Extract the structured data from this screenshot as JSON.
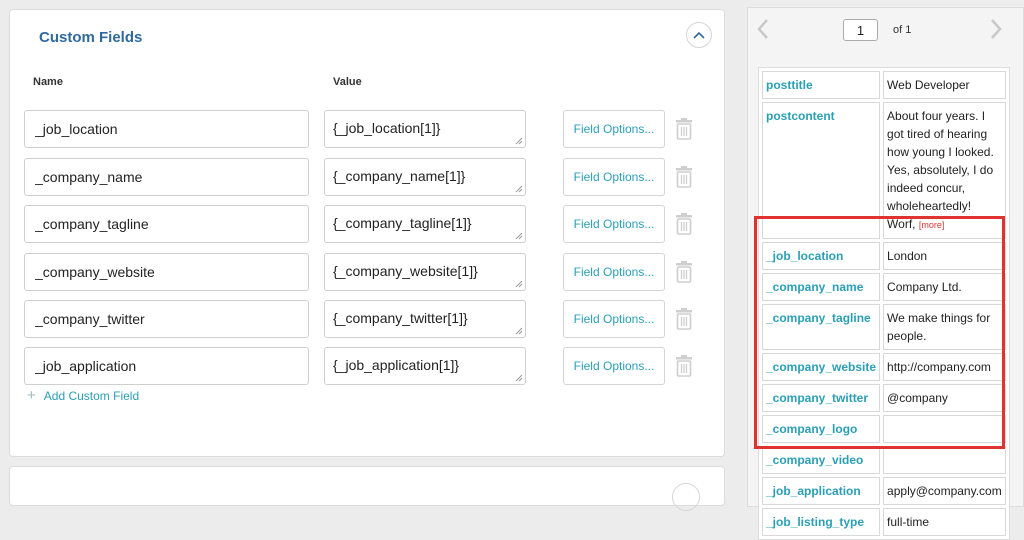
{
  "section": {
    "title": "Custom Fields",
    "name_header": "Name",
    "value_header": "Value",
    "add_label": "Add Custom Field"
  },
  "fields": [
    {
      "name": "_job_location",
      "value": "{_job_location[1]}",
      "button": "Field Options..."
    },
    {
      "name": "_company_name",
      "value": "{_company_name[1]}",
      "button": "Field Options..."
    },
    {
      "name": "_company_tagline",
      "value": "{_company_tagline[1]}",
      "button": "Field Options..."
    },
    {
      "name": "_company_website",
      "value": "{_company_website[1]}",
      "button": "Field Options..."
    },
    {
      "name": "_company_twitter",
      "value": "{_company_twitter[1]}",
      "button": "Field Options..."
    },
    {
      "name": "_job_application",
      "value": "{_job_application[1]}",
      "button": "Field Options..."
    }
  ],
  "pager": {
    "page": "1",
    "of_label": "of 1"
  },
  "preview": {
    "more_label": "[more]",
    "rows": [
      {
        "key": "posttitle",
        "value": "Web Developer"
      },
      {
        "key": "postcontent",
        "value": "About four years. I got tired of hearing how young I looked. Yes, absolutely, I do indeed concur, wholeheartedly! Worf, "
      },
      {
        "key": "_job_location",
        "value": "London"
      },
      {
        "key": "_company_name",
        "value": "Company Ltd."
      },
      {
        "key": "_company_tagline",
        "value": "We make things for people."
      },
      {
        "key": "_company_website",
        "value": "http://company.com"
      },
      {
        "key": "_company_twitter",
        "value": "@company"
      },
      {
        "key": "_company_logo",
        "value": ""
      },
      {
        "key": "_company_video",
        "value": ""
      },
      {
        "key": "_job_application",
        "value": "apply@company.com"
      },
      {
        "key": "_job_listing_type",
        "value": "full-time"
      }
    ]
  },
  "colors": {
    "title": "#2f6a9e",
    "link": "#2a9fb5",
    "highlight": "#e0332f"
  }
}
